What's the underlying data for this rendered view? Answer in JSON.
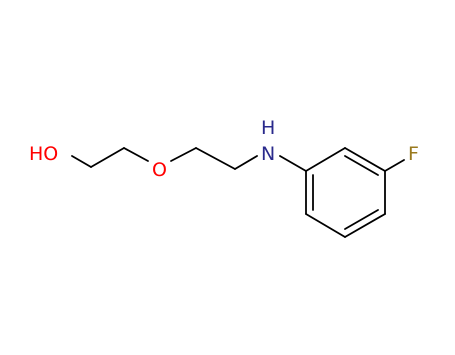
{
  "molecule": {
    "atom_labels": {
      "hydroxyl": "HO",
      "ether_oxygen": "O",
      "amine": "N",
      "amine_hydrogen": "H",
      "fluorine": "F"
    },
    "colors": {
      "bond": "#000000",
      "oxygen": "#ff0000",
      "nitrogen": "#2a2a8c",
      "fluorine": "#9a7a1e",
      "background": "#ffffff"
    }
  }
}
